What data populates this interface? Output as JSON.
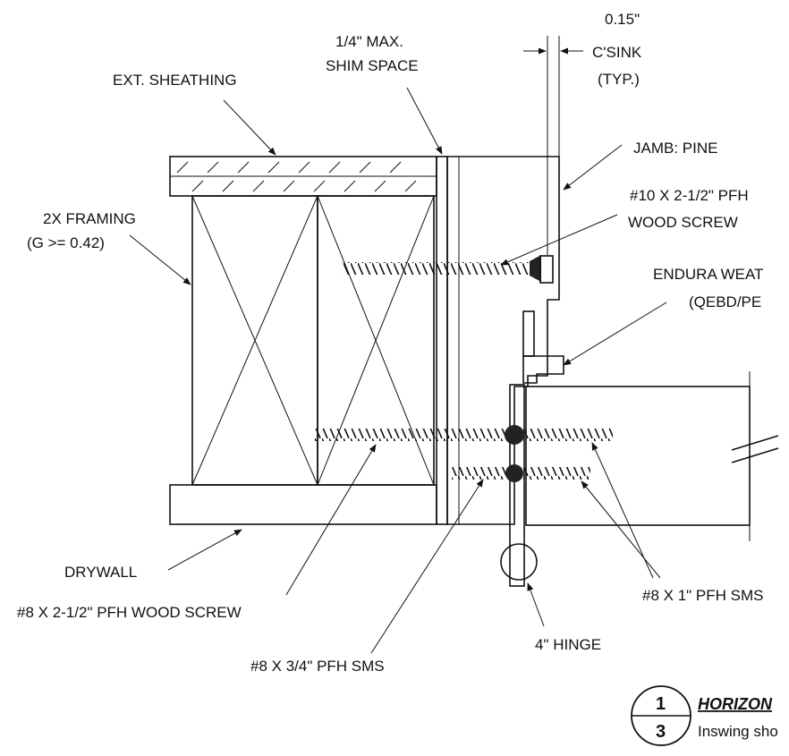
{
  "labels": {
    "ext_sheathing": "EXT. SHEATHING",
    "shim_line1": "1/4\" MAX.",
    "shim_line2": "SHIM SPACE",
    "csink_line1": "0.15\"",
    "csink_line2": "C'SINK",
    "csink_line3": "(TYP.)",
    "jamb": "JAMB: PINE",
    "screw10_line1": "#10 X 2-1/2\" PFH",
    "screw10_line2": "WOOD SCREW",
    "framing_line1": "2X FRAMING",
    "framing_line2": "(G >= 0.42)",
    "endura_line1": "ENDURA WEAT",
    "endura_line2": "(QEBD/PE",
    "drywall": "DRYWALL",
    "screw8_wood": "#8 X 2-1/2\" PFH WOOD SCREW",
    "screw8_sms_34": "#8 X 3/4\" PFH SMS",
    "hinge": "4\" HINGE",
    "screw8_sms_1": "#8 X 1\" PFH SMS"
  },
  "detail": {
    "number": "1",
    "sheet": "3",
    "title": "HORIZON",
    "subtitle": "Inswing sho"
  }
}
